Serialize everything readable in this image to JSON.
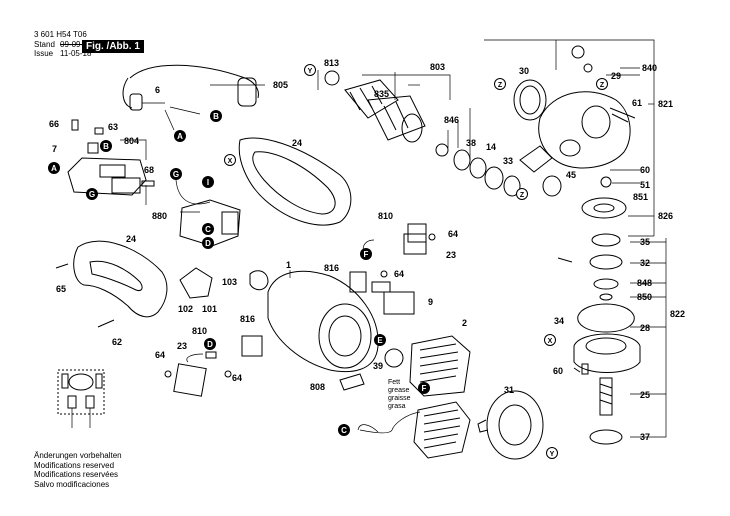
{
  "header": {
    "doc_number": "3 601 H54 T06",
    "stand_label": "Stand",
    "stand_date": "09-09-10",
    "issue_label": "Issue",
    "issue_date": "11-05-18",
    "figure_label": "Fig. /Abb. 1"
  },
  "modifications": [
    "Änderungen vorbehalten",
    "Modifications reserved",
    "Modifications reservées",
    "Salvo modificaciones"
  ],
  "grease_text": [
    "Fett",
    "grease",
    "graisse",
    "grasa"
  ],
  "part_numbers": {
    "p1": "1",
    "p2": "2",
    "p6": "6",
    "p7": "7",
    "p9": "9",
    "p14": "14",
    "p23a": "23",
    "p23b": "23",
    "p24a": "24",
    "p24b": "24",
    "p25": "25",
    "p28": "28",
    "p29": "29",
    "p30": "30",
    "p31": "31",
    "p32": "32",
    "p33": "33",
    "p34": "34",
    "p35": "35",
    "p37": "37",
    "p38": "38",
    "p39": "39",
    "p45": "45",
    "p51": "51",
    "p60a": "60",
    "p60b": "60",
    "p61": "61",
    "p62": "62",
    "p63": "63",
    "p64a": "64",
    "p64b": "64",
    "p64c": "64",
    "p64d": "64",
    "p65": "65",
    "p66": "66",
    "p68": "68",
    "p101": "101",
    "p102": "102",
    "p103": "103",
    "p803": "803",
    "p804": "804",
    "p805": "805",
    "p808": "808",
    "p810a": "810",
    "p810b": "810",
    "p813": "813",
    "p816a": "816",
    "p816b": "816",
    "p821": "821",
    "p822": "822",
    "p826": "826",
    "p835": "835",
    "p840": "840",
    "p846": "846",
    "p848": "848",
    "p850": "850",
    "p851": "851",
    "p880": "880"
  },
  "callouts": {
    "A1": "A",
    "A2": "A",
    "B1": "B",
    "B2": "B",
    "C1": "C",
    "C2": "C",
    "D1": "D",
    "D2": "D",
    "E": "E",
    "F1": "F",
    "F2": "F",
    "G1": "G",
    "G2": "G",
    "I": "I",
    "X1": "X",
    "X2": "X",
    "Y1": "Y",
    "Y2": "Y",
    "Z1": "Z",
    "Z2": "Z",
    "Z3": "Z"
  }
}
